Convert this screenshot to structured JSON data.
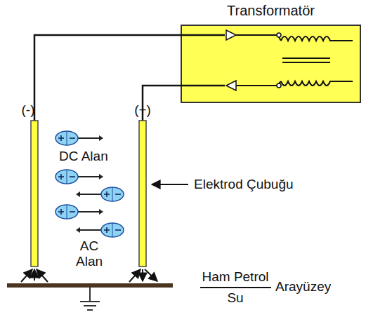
{
  "diagram": {
    "nodes": [
      {
        "text": [
          "Transformatör"
        ]
      }
    ],
    "labels": [
      "(-)",
      "(+)",
      "DC Alan",
      "Elektrod Çubuğu",
      "AC Alan",
      "Ham Petrol",
      "Su",
      "Arayüzey"
    ]
  }
}
